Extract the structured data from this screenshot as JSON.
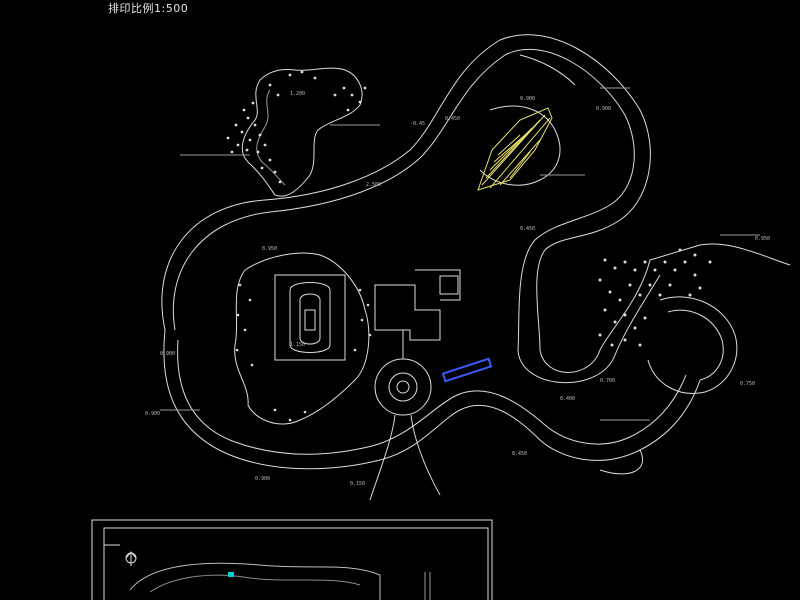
{
  "drawing": {
    "title": "排印比例1:500",
    "elevations": [
      "-0.45",
      "2.500",
      "0.900",
      "0.450",
      "1.150",
      "0.950",
      "0.900",
      "0.900",
      "0.150",
      "0.900",
      "0.450",
      "0.750",
      "0.400",
      "0.950",
      "1.200",
      "0.450",
      "0.700",
      "0.900"
    ]
  },
  "colors": {
    "line": "#dcdcdc",
    "dim": "#9a9a9a",
    "hatch": "#e8e070",
    "highlight": "#3a5cff",
    "cyan": "#00d0d0"
  }
}
